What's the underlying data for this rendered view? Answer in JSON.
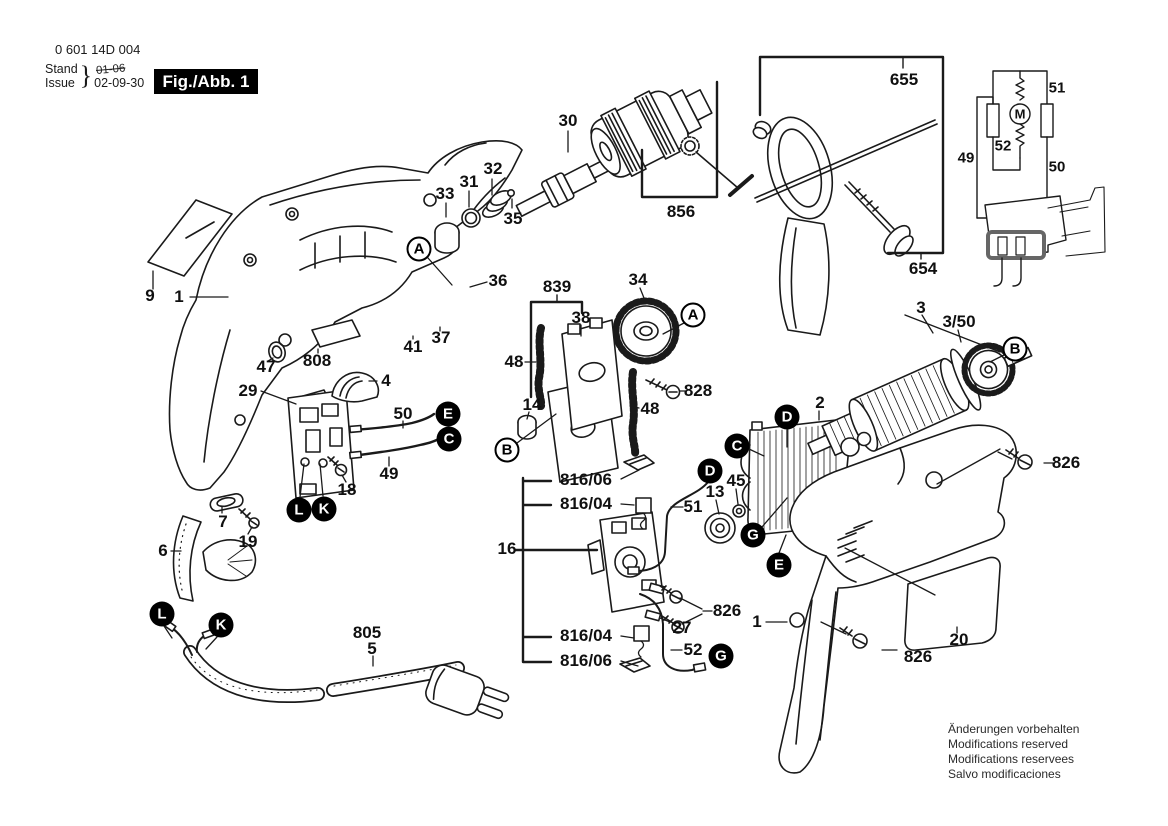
{
  "header": {
    "part_code": "0 601 14D 004",
    "stand_label": "Stand",
    "issue_label": "Issue",
    "superseded_date": "01-06",
    "issue_date": "02-09-30",
    "figure_label": "Fig./Abb. 1"
  },
  "labels": {
    "n1": "1",
    "n2": "2",
    "n3": "3",
    "n350": "3/50",
    "n4": "4",
    "n5": "5",
    "n6": "6",
    "n7": "7",
    "n9": "9",
    "n13": "13",
    "n14": "14",
    "n16": "16",
    "n18": "18",
    "n19": "19",
    "n20": "20",
    "n27": "27",
    "n29": "29",
    "n30": "30",
    "n31": "31",
    "n32": "32",
    "n33": "33",
    "n34": "34",
    "n35": "35",
    "n36": "36",
    "n37": "37",
    "n38": "38",
    "n41": "41",
    "n45": "45",
    "n47": "47",
    "n48": "48",
    "n49": "49",
    "n50": "50",
    "n51": "51",
    "n52": "52",
    "n805": "805",
    "n808": "808",
    "n816_04": "816/04",
    "n816_06": "816/06",
    "n826": "826",
    "n828": "828",
    "n839": "839",
    "n654": "654",
    "n655": "655",
    "n856": "856"
  },
  "callouts": {
    "A": "A",
    "B": "B",
    "C": "C",
    "D": "D",
    "E": "E",
    "G": "G",
    "K": "K",
    "L": "L"
  },
  "schematic": {
    "motor": "M",
    "wire_49": "49",
    "wire_50": "50",
    "wire_51": "51",
    "wire_52": "52"
  },
  "footer": {
    "notes": [
      "Änderungen vorbehalten",
      "Modifications reserved",
      "Modifications reservees",
      "Salvo modificaciones"
    ]
  },
  "colors": {
    "ink": "#1a1a1a",
    "background": "#ffffff",
    "figure_box_bg": "#000000",
    "figure_box_text": "#ffffff"
  }
}
